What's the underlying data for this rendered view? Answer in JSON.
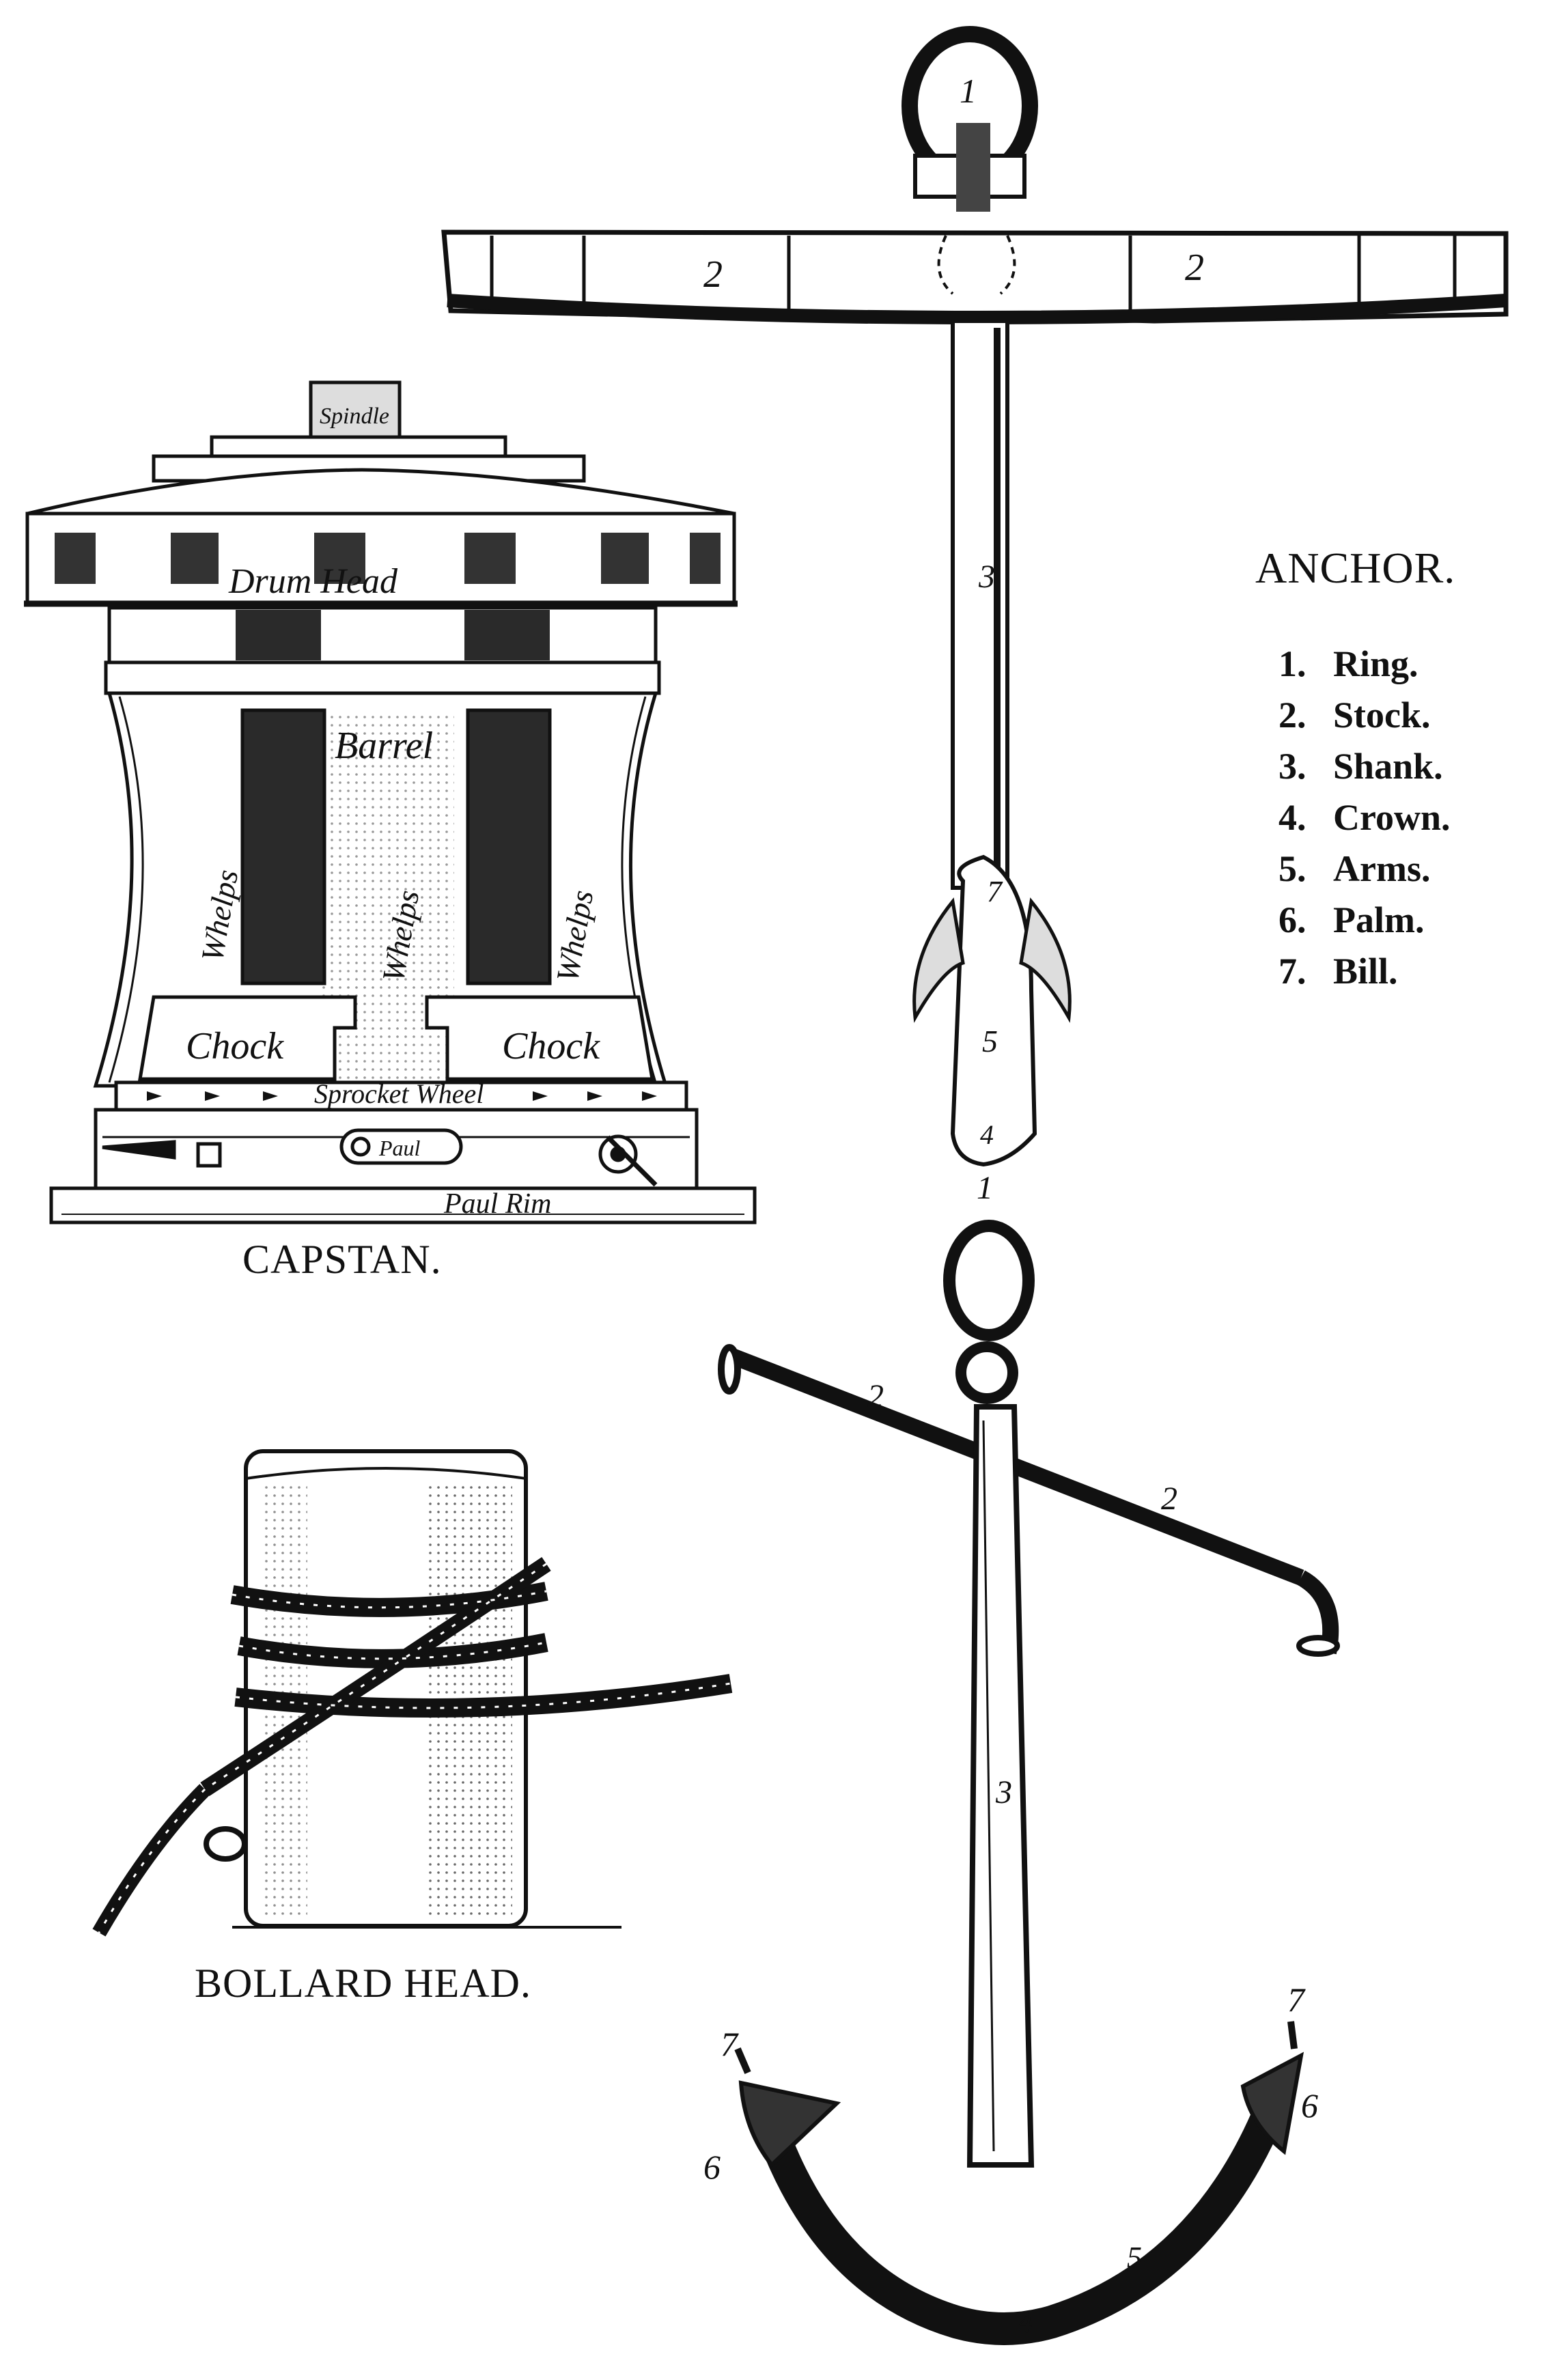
{
  "captions": {
    "capstan": "CAPSTAN.",
    "bollard": "BOLLARD HEAD.",
    "anchor": "ANCHOR."
  },
  "legend": [
    {
      "num": "1.",
      "label": "Ring."
    },
    {
      "num": "2.",
      "label": "Stock."
    },
    {
      "num": "3.",
      "label": "Shank."
    },
    {
      "num": "4.",
      "label": "Crown."
    },
    {
      "num": "5.",
      "label": "Arms."
    },
    {
      "num": "6.",
      "label": "Palm."
    },
    {
      "num": "7.",
      "label": "Bill."
    }
  ],
  "capstan_labels": {
    "spindle": "Spindle",
    "drum_head": "Drum Head",
    "barrel": "Barrel",
    "whelps": "Whelps",
    "chock": "Chock",
    "sprocket_wheel": "Sprocket Wheel",
    "paul": "Paul",
    "paul_rim": "Paul Rim"
  },
  "anchor_numbers": {
    "ring": "1",
    "stock": "2",
    "shank": "3",
    "crown": "4",
    "arms": "5",
    "palm": "6",
    "bill": "7"
  }
}
